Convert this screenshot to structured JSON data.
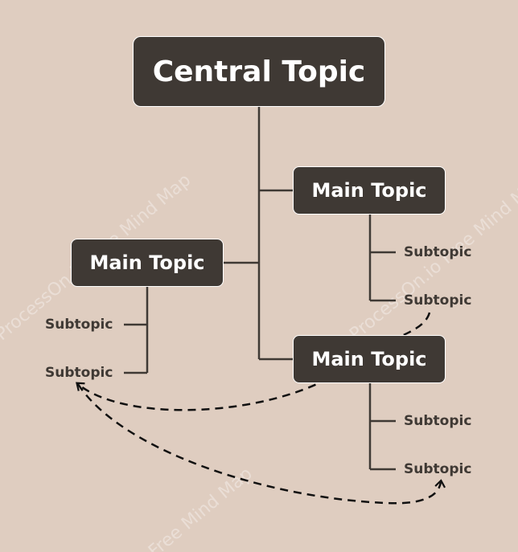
{
  "central_topic": "Central Topic",
  "main_topics": [
    "Main Topic",
    "Main Topic",
    "Main Topic"
  ],
  "subtopics": [
    "Subtopic",
    "Subtopic",
    "Subtopic",
    "Subtopic",
    "Subtopic",
    "Subtopic"
  ],
  "watermark": [
    "ProcessOn.io Free Mind Map",
    "ProcessOn.io Free Mind Map",
    "Free Mind Map"
  ],
  "colors": {
    "background": "#dfcdc0",
    "node_fill": "#3f3934",
    "node_text": "#ffffff",
    "line": "#3f3934",
    "subtopic_text": "#3f3934"
  }
}
